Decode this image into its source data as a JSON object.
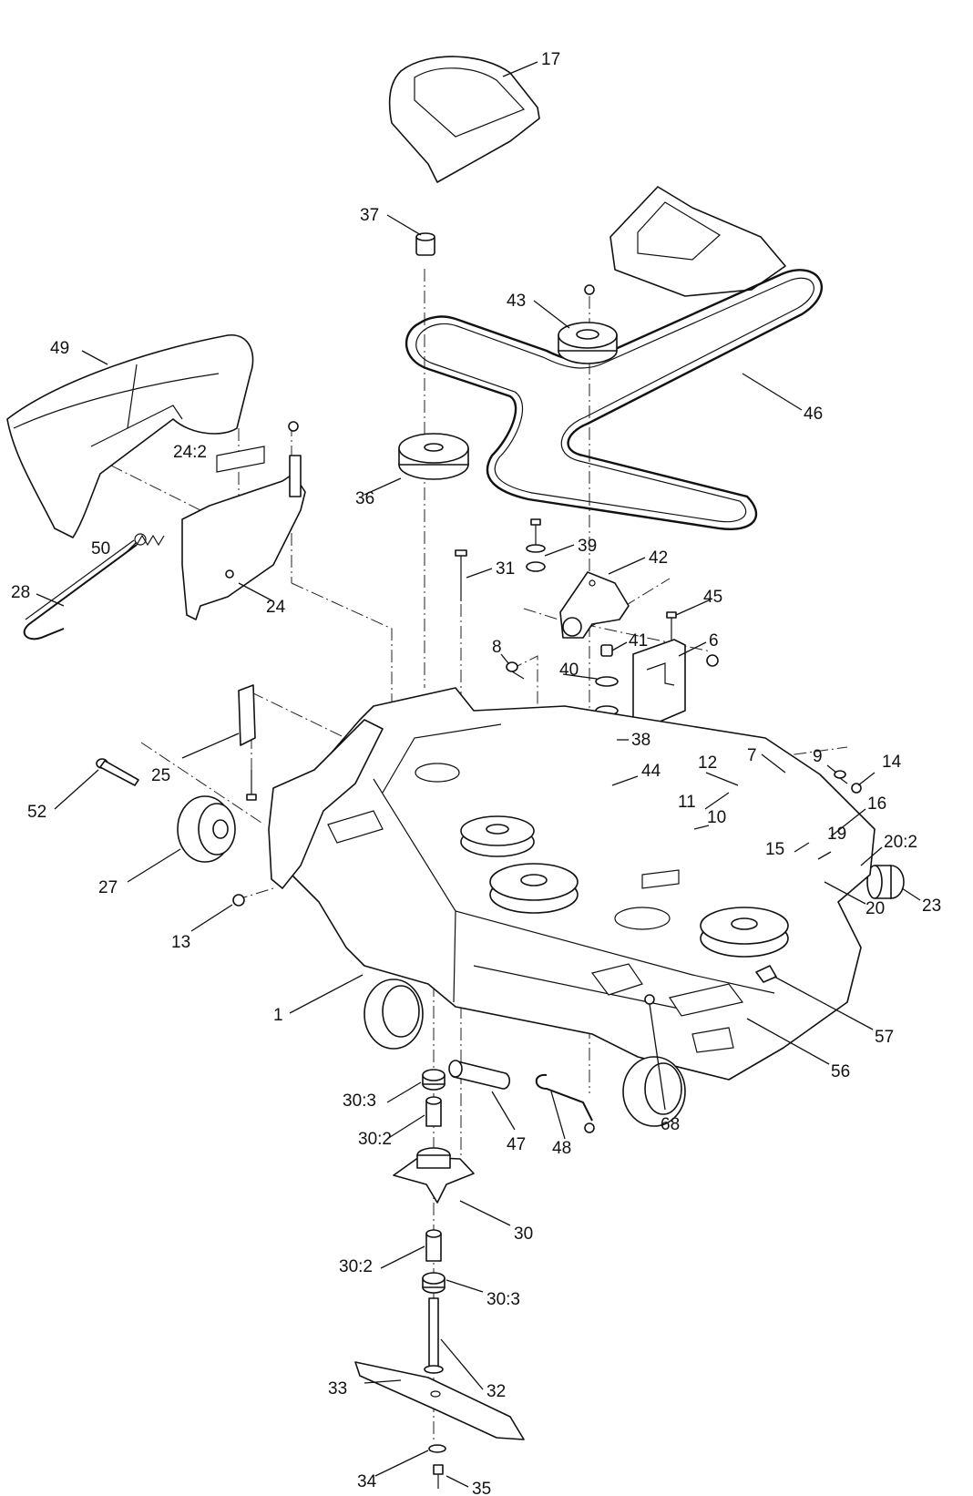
{
  "callouts": [
    {
      "id": "c17",
      "label": "17"
    },
    {
      "id": "c37",
      "label": "37"
    },
    {
      "id": "c43",
      "label": "43"
    },
    {
      "id": "c46",
      "label": "46"
    },
    {
      "id": "c49",
      "label": "49"
    },
    {
      "id": "c24_2",
      "label": "24:2"
    },
    {
      "id": "c36",
      "label": "36"
    },
    {
      "id": "c50",
      "label": "50"
    },
    {
      "id": "c28",
      "label": "28"
    },
    {
      "id": "c24",
      "label": "24"
    },
    {
      "id": "c39",
      "label": "39"
    },
    {
      "id": "c31",
      "label": "31"
    },
    {
      "id": "c42",
      "label": "42"
    },
    {
      "id": "c45",
      "label": "45"
    },
    {
      "id": "c41",
      "label": "41"
    },
    {
      "id": "c8",
      "label": "8"
    },
    {
      "id": "c40",
      "label": "40"
    },
    {
      "id": "c6",
      "label": "6"
    },
    {
      "id": "c38",
      "label": "38"
    },
    {
      "id": "c25",
      "label": "25"
    },
    {
      "id": "c52",
      "label": "52"
    },
    {
      "id": "c44",
      "label": "44"
    },
    {
      "id": "c12",
      "label": "12"
    },
    {
      "id": "c7",
      "label": "7"
    },
    {
      "id": "c9",
      "label": "9"
    },
    {
      "id": "c14",
      "label": "14"
    },
    {
      "id": "c11",
      "label": "11"
    },
    {
      "id": "c10",
      "label": "10"
    },
    {
      "id": "c16",
      "label": "16"
    },
    {
      "id": "c15",
      "label": "15"
    },
    {
      "id": "c19",
      "label": "19"
    },
    {
      "id": "c20_2",
      "label": "20:2"
    },
    {
      "id": "c27",
      "label": "27"
    },
    {
      "id": "c20",
      "label": "20"
    },
    {
      "id": "c23",
      "label": "23"
    },
    {
      "id": "c13",
      "label": "13"
    },
    {
      "id": "c1",
      "label": "1"
    },
    {
      "id": "c57",
      "label": "57"
    },
    {
      "id": "c56",
      "label": "56"
    },
    {
      "id": "c30_3a",
      "label": "30:3"
    },
    {
      "id": "c68",
      "label": "68"
    },
    {
      "id": "c30_2a",
      "label": "30:2"
    },
    {
      "id": "c47",
      "label": "47"
    },
    {
      "id": "c48",
      "label": "48"
    },
    {
      "id": "c30",
      "label": "30"
    },
    {
      "id": "c30_2b",
      "label": "30:2"
    },
    {
      "id": "c30_3b",
      "label": "30:3"
    },
    {
      "id": "c32",
      "label": "32"
    },
    {
      "id": "c33",
      "label": "33"
    },
    {
      "id": "c34",
      "label": "34"
    },
    {
      "id": "c35",
      "label": "35"
    }
  ]
}
